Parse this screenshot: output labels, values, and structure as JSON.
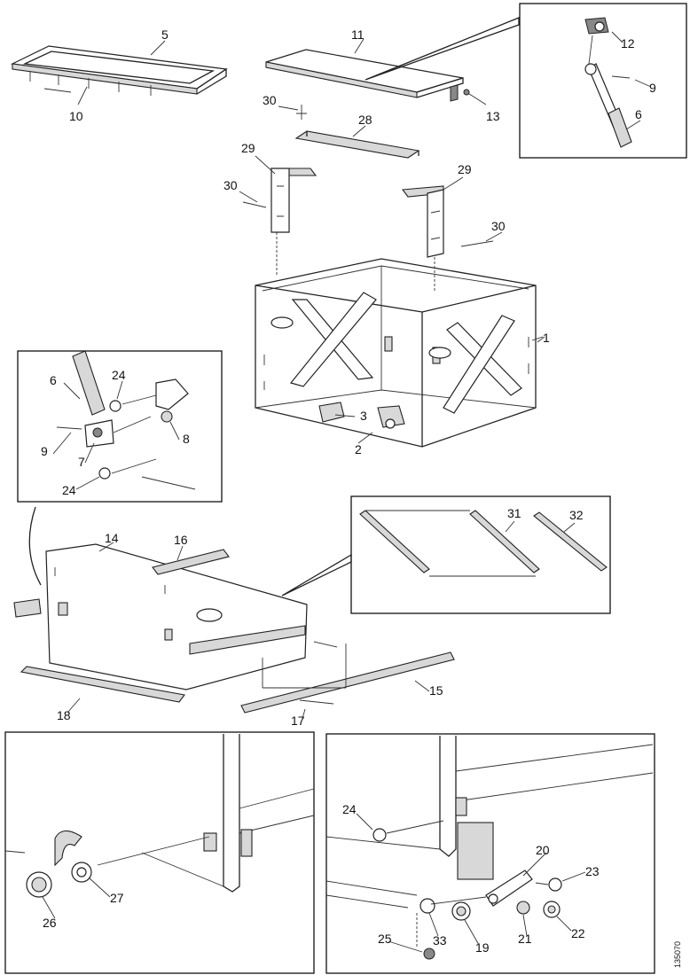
{
  "figure_id": "135070",
  "callouts": [
    {
      "id": "c1",
      "text": "1"
    },
    {
      "id": "c2",
      "text": "2"
    },
    {
      "id": "c3",
      "text": "3"
    },
    {
      "id": "c5",
      "text": "5"
    },
    {
      "id": "c6a",
      "text": "6"
    },
    {
      "id": "c6b",
      "text": "6"
    },
    {
      "id": "c7",
      "text": "7"
    },
    {
      "id": "c8",
      "text": "8"
    },
    {
      "id": "c9a",
      "text": "9"
    },
    {
      "id": "c9b",
      "text": "9"
    },
    {
      "id": "c10",
      "text": "10"
    },
    {
      "id": "c11",
      "text": "11"
    },
    {
      "id": "c12",
      "text": "12"
    },
    {
      "id": "c13",
      "text": "13"
    },
    {
      "id": "c14",
      "text": "14"
    },
    {
      "id": "c15",
      "text": "15"
    },
    {
      "id": "c16",
      "text": "16"
    },
    {
      "id": "c17",
      "text": "17"
    },
    {
      "id": "c18",
      "text": "18"
    },
    {
      "id": "c19",
      "text": "19"
    },
    {
      "id": "c20",
      "text": "20"
    },
    {
      "id": "c21",
      "text": "21"
    },
    {
      "id": "c22",
      "text": "22"
    },
    {
      "id": "c23",
      "text": "23"
    },
    {
      "id": "c24a",
      "text": "24"
    },
    {
      "id": "c24b",
      "text": "24"
    },
    {
      "id": "c24c",
      "text": "24"
    },
    {
      "id": "c25",
      "text": "25"
    },
    {
      "id": "c26",
      "text": "26"
    },
    {
      "id": "c27",
      "text": "27"
    },
    {
      "id": "c28",
      "text": "28"
    },
    {
      "id": "c29a",
      "text": "29"
    },
    {
      "id": "c29b",
      "text": "29"
    },
    {
      "id": "c30a",
      "text": "30"
    },
    {
      "id": "c30b",
      "text": "30"
    },
    {
      "id": "c30c",
      "text": "30"
    },
    {
      "id": "c31",
      "text": "31"
    },
    {
      "id": "c32",
      "text": "32"
    },
    {
      "id": "c33",
      "text": "33"
    }
  ]
}
